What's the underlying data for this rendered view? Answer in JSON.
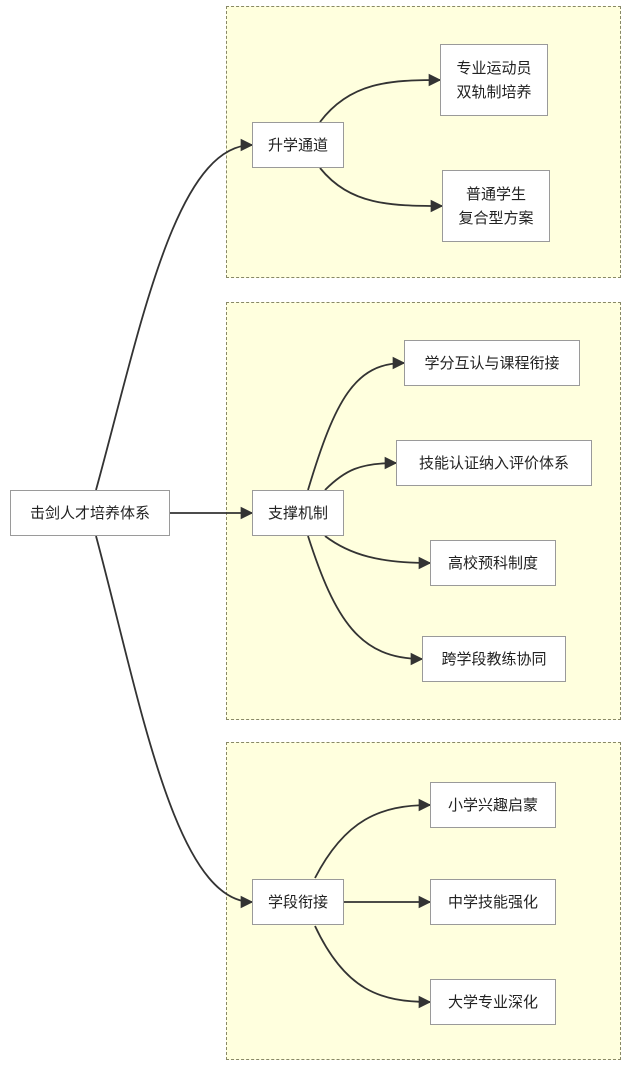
{
  "diagram": {
    "root": {
      "id": "root",
      "label": "击剑人才培养体系"
    },
    "groups": [
      {
        "id": "g1",
        "label": "升学通道",
        "children": [
          {
            "id": "g1c1",
            "label": "专业运动员\n双轨制培养"
          },
          {
            "id": "g1c2",
            "label": "普通学生\n复合型方案"
          }
        ]
      },
      {
        "id": "g2",
        "label": "支撑机制",
        "children": [
          {
            "id": "g2c1",
            "label": "学分互认与课程衔接"
          },
          {
            "id": "g2c2",
            "label": "技能认证纳入评价体系"
          },
          {
            "id": "g2c3",
            "label": "高校预科制度"
          },
          {
            "id": "g2c4",
            "label": "跨学段教练协同"
          }
        ]
      },
      {
        "id": "g3",
        "label": "学段衔接",
        "children": [
          {
            "id": "g3c1",
            "label": "小学兴趣启蒙"
          },
          {
            "id": "g3c2",
            "label": "中学技能强化"
          },
          {
            "id": "g3c3",
            "label": "大学专业深化"
          }
        ]
      }
    ],
    "colors": {
      "cluster_fill": "#ffffde",
      "cluster_border": "#888866",
      "node_fill": "#ffffff",
      "node_border": "#9a9a9a",
      "edge": "#333333"
    }
  }
}
